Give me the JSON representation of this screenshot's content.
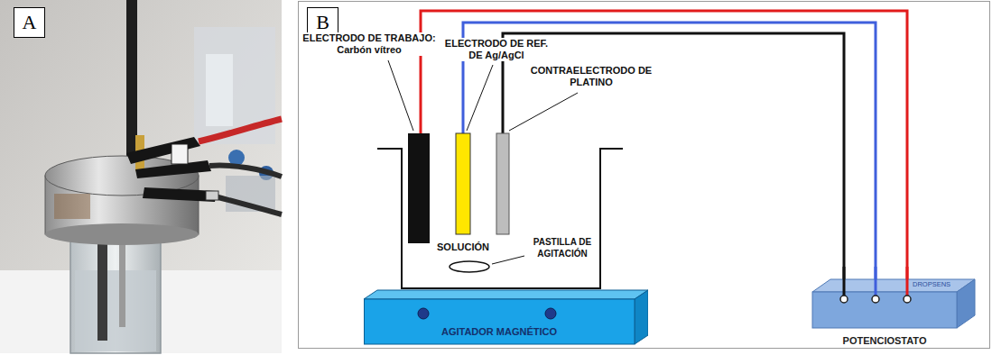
{
  "diagram": {
    "nodes": [
      {
        "text": [
          "A"
        ]
      },
      {
        "text": [
          "B"
        ]
      },
      {
        "text": [
          "AGITADOR MAGNÉTICO"
        ]
      },
      {
        "text": [
          "DROPSENS",
          "POTENCIOSTATO"
        ]
      }
    ],
    "labels": [
      "ELECTRODO DE TRABAJO: Carbón vítreo",
      "ELECTRODO DE REF. DE Ag/AgCl",
      "CONTRAELECTRODO DE PLATINO",
      "SOLUCIÓN",
      "PASTILLA DE AGITACIÓN"
    ]
  }
}
